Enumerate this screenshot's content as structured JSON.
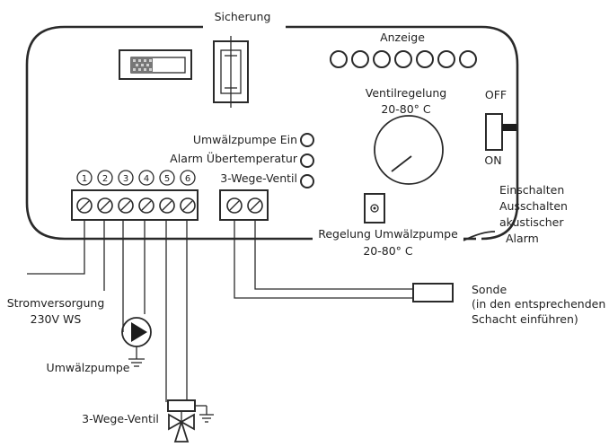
{
  "labels": {
    "sicherung": "Sicherung",
    "anzeige": "Anzeige",
    "ventilregelung": "Ventilregelung",
    "ventilregelung_range": "20-80° C",
    "off": "OFF",
    "on": "ON",
    "umwaelzpumpe_ein": "Umwälzpumpe Ein",
    "alarm_uebertemperatur": "Alarm Übertemperatur",
    "dreiwege_ventil": "3-Wege-Ventil",
    "einschalten": "Einschalten",
    "ausschalten": "Ausschalten",
    "akustischer": "akustischer",
    "alarm": "Alarm",
    "regelung_umwaelzpumpe": "Regelung Umwälzpumpe",
    "regelung_range": "20-80° C",
    "stromversorgung": "Stromversorgung",
    "stromversorgung_volt": "230V WS",
    "sonde": "Sonde",
    "sonde_note_1": "(in den entsprechenden",
    "sonde_note_2": "Schacht einführen)",
    "umwaelzpumpe": "Umwälzpumpe",
    "dreiwege_ventil_bottom": "3-Wege-Ventil"
  },
  "terminals": [
    "1",
    "2",
    "3",
    "4",
    "5",
    "6"
  ],
  "display_led_count": 7
}
